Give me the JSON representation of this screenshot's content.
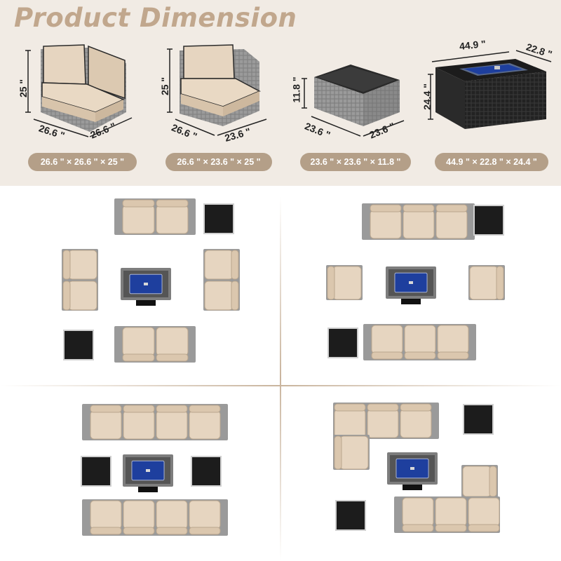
{
  "title": "Product Dimension",
  "colors": {
    "background_top": "#f1ebe4",
    "title": "#c1a78d",
    "pill": "#b49f88",
    "cushion": "#e6d5c0",
    "wicker": "#9a9a9a",
    "table_top": "#1c1c1c",
    "fire_glass": "#1e3f9e"
  },
  "products": [
    {
      "name": "corner-sofa",
      "height_label": "25 \"",
      "width_label": "26.6 \"",
      "depth_label": "26.6 \"",
      "caption": "26.6 \" × 26.6 \" × 25 \""
    },
    {
      "name": "armless-sofa",
      "height_label": "25 \"",
      "width_label": "26.6 \"",
      "depth_label": "23.6 \"",
      "caption": "26.6 \" × 23.6 \" × 25 \""
    },
    {
      "name": "coffee-table",
      "height_label": "11.8 \"",
      "width_label": "23.6 \"",
      "depth_label": "23.6 \"",
      "caption": "23.6 \" × 23.6 \" × 11.8 \""
    },
    {
      "name": "fire-pit-table",
      "height_label": "24.4 \"",
      "width_label": "44.9 \"",
      "depth_label": "22.8 \"",
      "caption": "44.9 \" × 22.8 \" × 24.4 \""
    }
  ],
  "layouts": [
    {
      "name": "layout-1",
      "icons": [
        "loveseat-top",
        "coffee-table",
        "loveseat-left",
        "fire-pit-table",
        "loveseat-right",
        "coffee-table",
        "loveseat-bottom"
      ]
    },
    {
      "name": "layout-2",
      "icons": [
        "three-seat-sofa",
        "coffee-table",
        "single-chair",
        "fire-pit-table",
        "single-chair",
        "coffee-table",
        "three-seat-sofa"
      ]
    },
    {
      "name": "layout-3",
      "icons": [
        "four-seat-sofa",
        "coffee-table",
        "fire-pit-table",
        "coffee-table",
        "four-seat-sofa"
      ]
    },
    {
      "name": "layout-4",
      "icons": [
        "l-sectional",
        "coffee-table",
        "fire-pit-table",
        "l-sectional",
        "coffee-table"
      ]
    }
  ]
}
